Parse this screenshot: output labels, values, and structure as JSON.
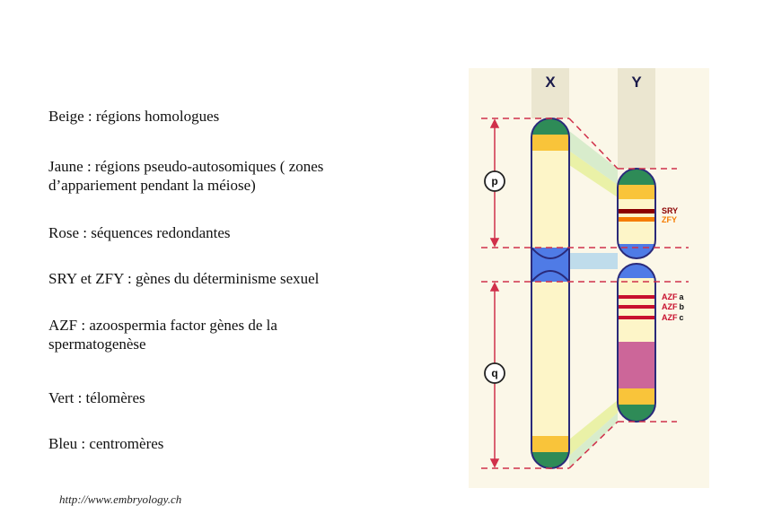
{
  "legend": {
    "items": [
      "Beige : régions homologues",
      "Jaune : régions pseudo-autosomiques ( zones d’appariement pendant la méiose)",
      "Rose : séquences redondantes",
      "SRY et ZFY : gènes du déterminisme sexuel",
      "AZF : azoospermia factor gènes de la spermatogenèse",
      "Vert : télomères",
      "Bleu : centromères"
    ]
  },
  "source": "http://www.embryology.ch",
  "diagram": {
    "chromosome_x_label": "X",
    "chromosome_y_label": "Y",
    "arm_p_label": "p",
    "arm_q_label": "q",
    "sry_label": "SRY",
    "zfy_label": "ZFY",
    "azf_prefix": "AZF",
    "azf_a": "a",
    "azf_b": "b",
    "azf_c": "c"
  },
  "colors": {
    "background_panel": "#fbf7e8",
    "beige": "#fdf5c8",
    "yellow": "#f9c43a",
    "pink": "#cc6699",
    "green": "#2e8b57",
    "blue": "#4f7be6",
    "dark_red": "#8b0000",
    "orange": "#f57c00",
    "red_band": "#c8102e",
    "outline": "#2a2a7a",
    "dashed": "#d0304a"
  }
}
